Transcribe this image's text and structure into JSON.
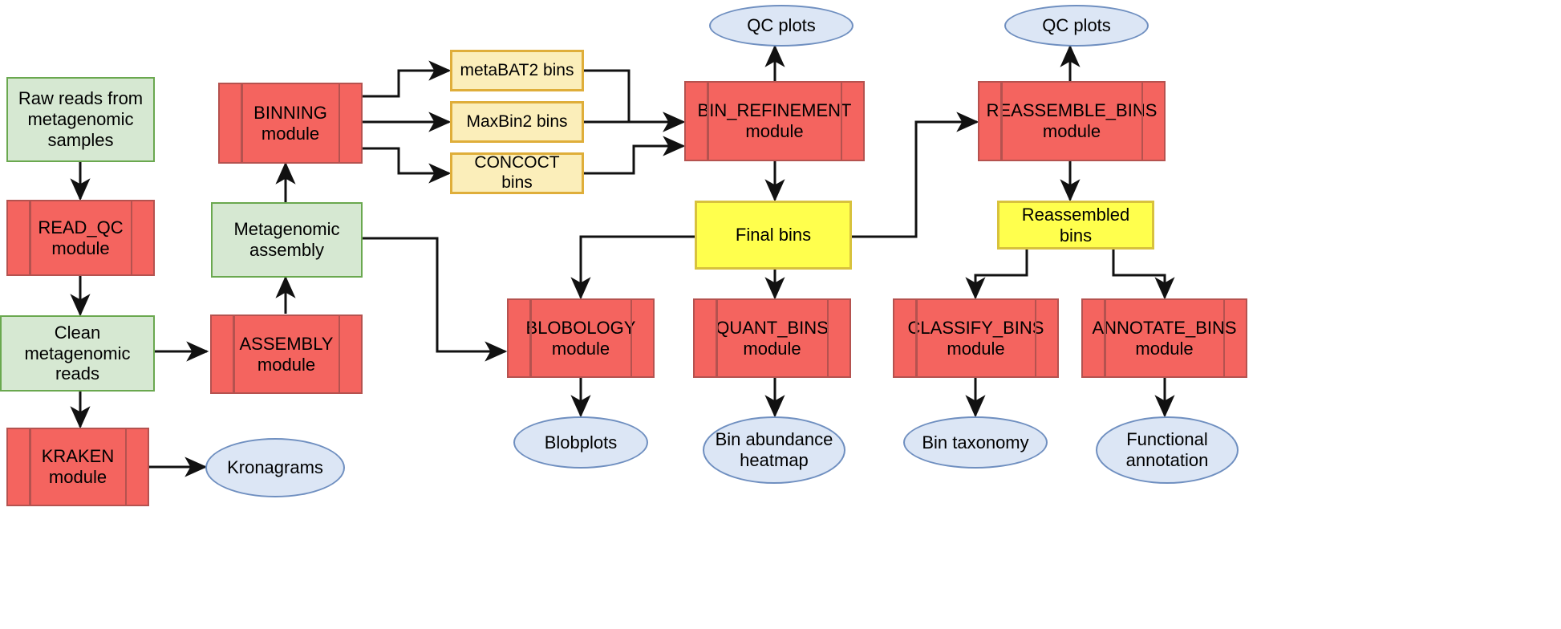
{
  "diagram": {
    "title": "metaWRAP metagenomic pipeline flowchart",
    "colors": {
      "green_fill": "#d6e8d2",
      "green_border": "#6aa84f",
      "red_fill": "#f4645f",
      "red_border": "#b5524f",
      "cream_fill": "#fbeeba",
      "cream_border": "#dfae3a",
      "yellow_fill": "#ffff4d",
      "yellow_border": "#d8c23d",
      "ellipse_fill": "#dce6f5",
      "ellipse_border": "#6f8fc0",
      "edge": "#111111"
    },
    "nodes": {
      "raw_reads": {
        "label": "Raw reads from\nmetagenomic\nsamples",
        "shape": "rectangle",
        "kind": "data"
      },
      "read_qc": {
        "label": "READ_QC\nmodule",
        "shape": "subroutine",
        "kind": "module"
      },
      "clean_reads": {
        "label": "Clean metagenomic\nreads",
        "shape": "rectangle",
        "kind": "data"
      },
      "kraken": {
        "label": "KRAKEN\nmodule",
        "shape": "subroutine",
        "kind": "module"
      },
      "kronagrams": {
        "label": "Kronagrams",
        "shape": "ellipse",
        "kind": "output"
      },
      "assembly": {
        "label": "ASSEMBLY\nmodule",
        "shape": "subroutine",
        "kind": "module"
      },
      "metagenomic_assembly": {
        "label": "Metagenomic\nassembly",
        "shape": "rectangle",
        "kind": "data"
      },
      "binning": {
        "label": "BINNING\nmodule",
        "shape": "subroutine",
        "kind": "module"
      },
      "metabat2_bins": {
        "label": "metaBAT2 bins",
        "shape": "rectangle",
        "kind": "bins"
      },
      "maxbin2_bins": {
        "label": "MaxBin2 bins",
        "shape": "rectangle",
        "kind": "bins"
      },
      "concoct_bins": {
        "label": "CONCOCT bins",
        "shape": "rectangle",
        "kind": "bins"
      },
      "bin_refinement": {
        "label": "BIN_REFINEMENT\nmodule",
        "shape": "subroutine",
        "kind": "module"
      },
      "qc_plots_refinement": {
        "label": "QC plots",
        "shape": "ellipse",
        "kind": "output"
      },
      "final_bins": {
        "label": "Final bins",
        "shape": "rectangle",
        "kind": "result"
      },
      "reassemble_bins": {
        "label": "REASSEMBLE_BINS\nmodule",
        "shape": "subroutine",
        "kind": "module"
      },
      "qc_plots_reassemble": {
        "label": "QC plots",
        "shape": "ellipse",
        "kind": "output"
      },
      "reassembled_bins": {
        "label": "Reassembled bins",
        "shape": "rectangle",
        "kind": "result"
      },
      "blobology": {
        "label": "BLOBOLOGY\nmodule",
        "shape": "subroutine",
        "kind": "module"
      },
      "quant_bins": {
        "label": "QUANT_BINS\nmodule",
        "shape": "subroutine",
        "kind": "module"
      },
      "classify_bins": {
        "label": "CLASSIFY_BINS\nmodule",
        "shape": "subroutine",
        "kind": "module"
      },
      "annotate_bins": {
        "label": "ANNOTATE_BINS\nmodule",
        "shape": "subroutine",
        "kind": "module"
      },
      "blobplots": {
        "label": "Blobplots",
        "shape": "ellipse",
        "kind": "output"
      },
      "bin_abundance_heatmap": {
        "label": "Bin abundance\nheatmap",
        "shape": "ellipse",
        "kind": "output"
      },
      "bin_taxonomy": {
        "label": "Bin taxonomy",
        "shape": "ellipse",
        "kind": "output"
      },
      "functional_annotation": {
        "label": "Functional\nannotation",
        "shape": "ellipse",
        "kind": "output"
      }
    },
    "edges": [
      {
        "from": "raw_reads",
        "to": "read_qc"
      },
      {
        "from": "read_qc",
        "to": "clean_reads"
      },
      {
        "from": "clean_reads",
        "to": "kraken"
      },
      {
        "from": "clean_reads",
        "to": "assembly"
      },
      {
        "from": "kraken",
        "to": "kronagrams"
      },
      {
        "from": "assembly",
        "to": "metagenomic_assembly"
      },
      {
        "from": "metagenomic_assembly",
        "to": "binning"
      },
      {
        "from": "metagenomic_assembly",
        "to": "blobology"
      },
      {
        "from": "binning",
        "to": "metabat2_bins"
      },
      {
        "from": "binning",
        "to": "maxbin2_bins"
      },
      {
        "from": "binning",
        "to": "concoct_bins"
      },
      {
        "from": "metabat2_bins",
        "to": "bin_refinement"
      },
      {
        "from": "maxbin2_bins",
        "to": "bin_refinement"
      },
      {
        "from": "concoct_bins",
        "to": "bin_refinement"
      },
      {
        "from": "bin_refinement",
        "to": "qc_plots_refinement"
      },
      {
        "from": "bin_refinement",
        "to": "final_bins"
      },
      {
        "from": "final_bins",
        "to": "reassemble_bins"
      },
      {
        "from": "final_bins",
        "to": "blobology"
      },
      {
        "from": "final_bins",
        "to": "quant_bins"
      },
      {
        "from": "reassemble_bins",
        "to": "qc_plots_reassemble"
      },
      {
        "from": "reassemble_bins",
        "to": "reassembled_bins"
      },
      {
        "from": "reassembled_bins",
        "to": "classify_bins"
      },
      {
        "from": "reassembled_bins",
        "to": "annotate_bins"
      },
      {
        "from": "blobology",
        "to": "blobplots"
      },
      {
        "from": "quant_bins",
        "to": "bin_abundance_heatmap"
      },
      {
        "from": "classify_bins",
        "to": "bin_taxonomy"
      },
      {
        "from": "annotate_bins",
        "to": "functional_annotation"
      }
    ]
  }
}
